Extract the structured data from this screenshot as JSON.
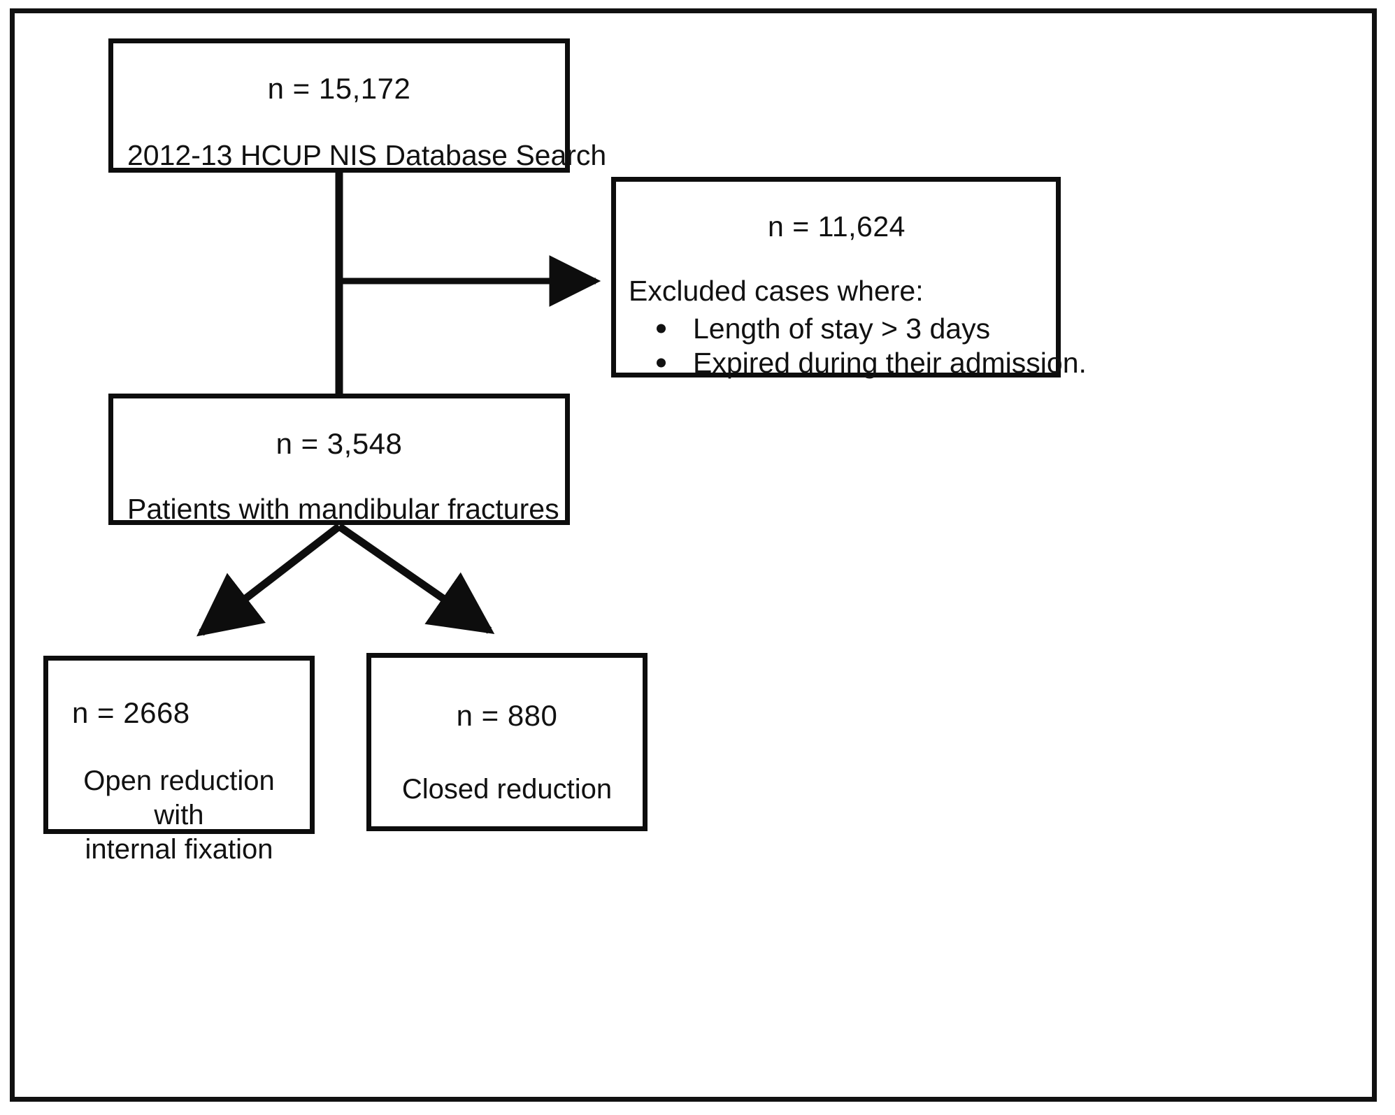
{
  "figure": {
    "type": "flowchart",
    "title": "Patient selection flow diagram",
    "border_color": "#111111",
    "box_border_color": "#0d0d0d",
    "background": "#ffffff"
  },
  "nodes": {
    "search": {
      "n_label": "n = 15,172",
      "description": "2012-13 HCUP NIS Database Search"
    },
    "excluded": {
      "n_label": "n = 11,624",
      "title": "Excluded cases where:",
      "bullets": [
        "Length of stay > 3 days",
        "Expired during their admission."
      ]
    },
    "cohort": {
      "n_label": "n = 3,548",
      "description": "Patients with mandibular fractures"
    },
    "orif": {
      "n_label": "n = 2668",
      "description_line1": "Open reduction with",
      "description_line2": "internal fixation"
    },
    "closed": {
      "n_label": "n = 880",
      "description": "Closed reduction"
    }
  },
  "connectors": [
    {
      "name": "search-to-cohort",
      "kind": "vertical-arrow"
    },
    {
      "name": "search-to-excluded",
      "kind": "horizontal-arrow"
    },
    {
      "name": "cohort-to-orif",
      "kind": "diagonal-arrow-left"
    },
    {
      "name": "cohort-to-closed",
      "kind": "diagonal-arrow-right"
    }
  ]
}
